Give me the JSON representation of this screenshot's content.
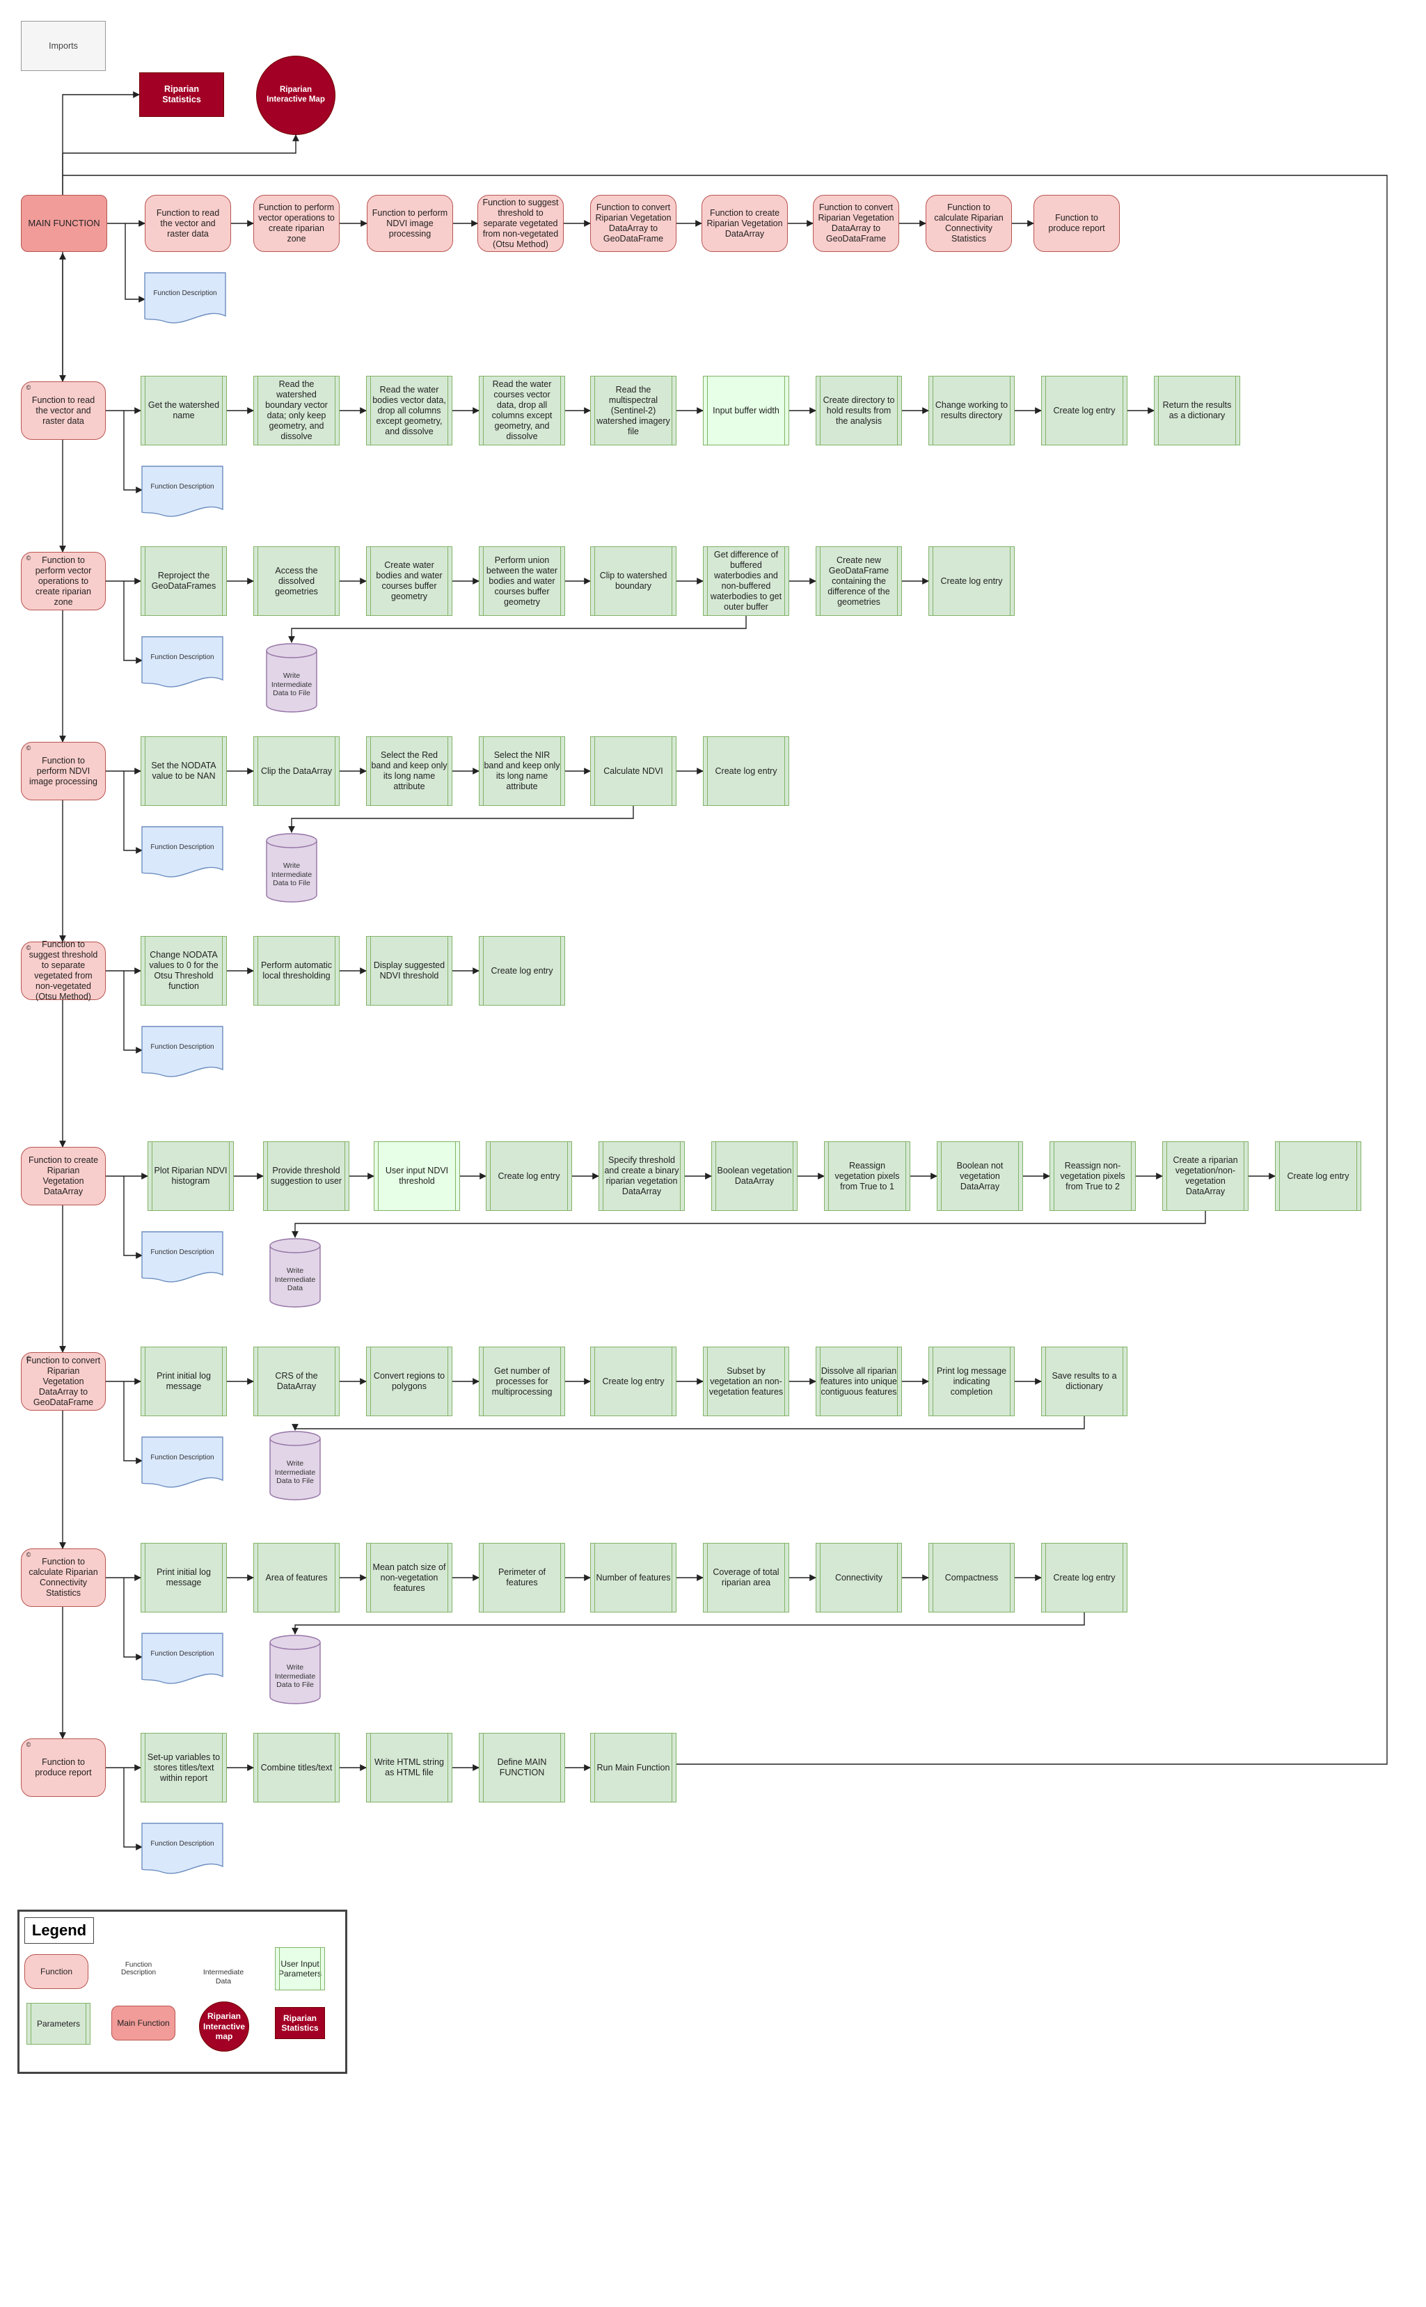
{
  "imports": {
    "label": "Imports"
  },
  "riparian_statistics": {
    "label": "Riparian Statistics"
  },
  "riparian_map": {
    "label": "Riparian Interactive Map"
  },
  "main_row": {
    "main": "MAIN FUNCTION",
    "functions": [
      "Function to read the vector and raster data",
      "Function to perform vector operations to create riparian zone",
      "Function to perform NDVI image processing",
      "Function to suggest threshold to separate vegetated from non-vegetated (Otsu Method)",
      "Function to convert Riparian Vegetation DataArray to GeoDataFrame",
      "Function to create Riparian Vegetation DataArray",
      "Function to convert Riparian Vegetation DataArray to GeoDataFrame",
      "Function to calculate Riparian Connectivity Statistics",
      "Function to produce report"
    ],
    "description": "Function Description"
  },
  "rows": [
    {
      "function": "Function to read the vector and raster data",
      "marker": "©",
      "steps": [
        "Get the watershed name",
        "Read the watershed boundary vector data; only keep geometry, and dissolve",
        "Read the water bodies vector data, drop all columns except geometry, and dissolve",
        "Read the water courses vector data, drop all columns except geometry, and dissolve",
        "Read the multispectral (Sentinel-2) watershed imagery file",
        "Input buffer width",
        "Create directory to hold results from the analysis",
        "Change working to results directory",
        "Create log entry",
        "Return the results as a dictionary"
      ],
      "description": "Function Description",
      "intermediate": ""
    },
    {
      "function": "Function to perform vector operations to create riparian zone",
      "marker": "©",
      "steps": [
        "Reproject the GeoDataFrames",
        "Access the dissolved geometries",
        "Create water bodies and water courses buffer geometry",
        "Perform union between the water bodies and water courses buffer geometry",
        "Clip to watershed boundary",
        "Get difference of buffered waterbodies and non-buffered waterbodies to get outer buffer",
        "Create new GeoDataFrame containing the difference of the geometries",
        "Create log entry"
      ],
      "description": "Function Description",
      "intermediate": "Write Intermediate Data to File"
    },
    {
      "function": "Function to perform NDVI image processing",
      "marker": "©",
      "steps": [
        "Set the NODATA value to be NAN",
        "Clip the DataArray",
        "Select the Red band and keep only its long name attribute",
        "Select the NIR band and keep only its long name attribute",
        "Calculate NDVI",
        "Create log entry"
      ],
      "description": "Function Description",
      "intermediate": "Write Intermediate Data to File"
    },
    {
      "function": "Function to suggest threshold to separate vegetated from non-vegetated (Otsu Method)",
      "marker": "©",
      "steps": [
        "Change NODATA values to 0 for the Otsu Threshold function",
        "Perform automatic local thresholding",
        "Display suggested NDVI threshold",
        "Create log entry"
      ],
      "description": "Function Description",
      "intermediate": ""
    },
    {
      "function": "Function to create Riparian Vegetation DataArray",
      "marker": "",
      "steps": [
        "Plot Riparian NDVI histogram",
        "Provide threshold suggestion to user",
        "User input NDVI threshold",
        "Create log entry",
        "Specify threshold and create a binary riparian vegetation DataArray",
        "Boolean vegetation DataArray",
        "Reassign vegetation pixels from True to 1",
        "Boolean not vegetation DataArray",
        "Reassign non-vegetation pixels from True to 2",
        "Create a riparian vegetation/non-vegetation DataArray",
        "Create log entry"
      ],
      "description": "Function Description",
      "intermediate": "Write Intermediate Data"
    },
    {
      "function": "Function to convert Riparian Vegetation DataArray to GeoDataFrame",
      "marker": "©",
      "steps": [
        "Print initial log message",
        "CRS of the DataArray",
        "Convert regions to polygons",
        "Get number of processes for multiprocessing",
        "Create log entry",
        "Subset by vegetation an non-vegetation features",
        "Dissolve all riparian features into unique contiguous features",
        "Print log message indicating completion",
        "Save results to a dictionary"
      ],
      "description": "Function Description",
      "intermediate": "Write Intermediate Data to File"
    },
    {
      "function": "Function to calculate Riparian Connectivity Statistics",
      "marker": "©",
      "steps": [
        "Print initial log message",
        "Area of features",
        "Mean patch size of non-vegetation features",
        "Perimeter of features",
        "Number of features",
        "Coverage of total riparian area",
        "Connectivity",
        "Compactness",
        "Create log entry"
      ],
      "description": "Function Description",
      "intermediate": "Write Intermediate Data to File"
    },
    {
      "function": "Function to produce report",
      "marker": "©",
      "steps": [
        "Set-up variables to stores titles/text within report",
        "Combine titles/text",
        "Write HTML string as HTML file",
        "Define MAIN FUNCTION",
        "Run Main Function"
      ],
      "description": "Function Description",
      "intermediate": ""
    }
  ],
  "legend": {
    "title": "Legend",
    "function": "Function",
    "description": "Function Description",
    "intermediate": "Intermediate Data",
    "user_input": "User Input Parameters",
    "parameters": "Parameters",
    "main": "Main Function",
    "map": "Riparian Interactive map",
    "stats": "Riparian Statistics"
  },
  "colors": {
    "function_fill": "#f8cecc",
    "function_stroke": "#b85450",
    "main_fill": "#f19c99",
    "step_fill": "#d5e8d4",
    "step_stroke": "#82b366",
    "user_input_fill": "#e6ffe6",
    "doc_fill": "#dae8fc",
    "doc_stroke": "#6c8ebf",
    "cyl_fill": "#e1d5e7",
    "cyl_stroke": "#9673a6",
    "riparian_fill": "#a20025"
  }
}
